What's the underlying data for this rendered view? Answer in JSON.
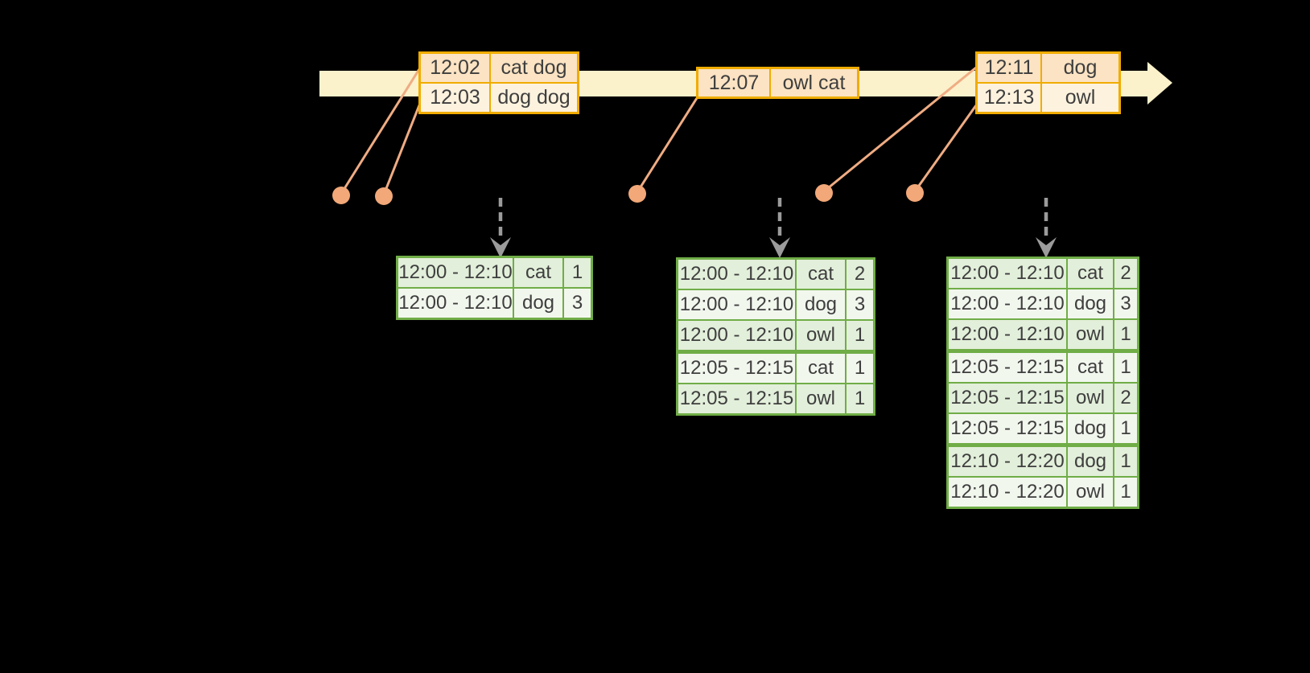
{
  "palette": {
    "background": "#000000",
    "timeline_bar": "#FBF1CB",
    "event_table_border": "#F0AC00",
    "event_row_dark": "#FBE3C3",
    "event_row_light": "#FDF2DE",
    "connector_line": "#EFAC83",
    "event_dot": "#F2A878",
    "result_table_border": "#70AD47",
    "result_row_dark": "#E2EFDA",
    "result_row_light": "#F2F7EE",
    "trigger_arrow_gray": "#9B9B9B",
    "text": "#3E3E3E"
  },
  "event_tables": [
    {
      "rows": [
        {
          "time": "12:02",
          "words": "cat dog"
        },
        {
          "time": "12:03",
          "words": "dog dog"
        }
      ]
    },
    {
      "rows": [
        {
          "time": "12:07",
          "words": "owl cat"
        }
      ]
    },
    {
      "rows": [
        {
          "time": "12:11",
          "words": "dog"
        },
        {
          "time": "12:13",
          "words": "owl"
        }
      ]
    }
  ],
  "result_tables": [
    {
      "rows": [
        {
          "window": "12:00 - 12:10",
          "word": "cat",
          "count": "1"
        },
        {
          "window": "12:00 - 12:10",
          "word": "dog",
          "count": "3"
        }
      ]
    },
    {
      "rows": [
        {
          "window": "12:00 - 12:10",
          "word": "cat",
          "count": "2"
        },
        {
          "window": "12:00 - 12:10",
          "word": "dog",
          "count": "3"
        },
        {
          "window": "12:00 - 12:10",
          "word": "owl",
          "count": "1"
        },
        {
          "window": "12:05 - 12:15",
          "word": "cat",
          "count": "1"
        },
        {
          "window": "12:05 - 12:15",
          "word": "owl",
          "count": "1"
        }
      ]
    },
    {
      "rows": [
        {
          "window": "12:00 - 12:10",
          "word": "cat",
          "count": "2"
        },
        {
          "window": "12:00 - 12:10",
          "word": "dog",
          "count": "3"
        },
        {
          "window": "12:00 - 12:10",
          "word": "owl",
          "count": "1"
        },
        {
          "window": "12:05 - 12:15",
          "word": "cat",
          "count": "1"
        },
        {
          "window": "12:05 - 12:15",
          "word": "owl",
          "count": "2"
        },
        {
          "window": "12:05 - 12:15",
          "word": "dog",
          "count": "1"
        },
        {
          "window": "12:10 - 12:20",
          "word": "dog",
          "count": "1"
        },
        {
          "window": "12:10 - 12:20",
          "word": "owl",
          "count": "1"
        }
      ]
    }
  ]
}
